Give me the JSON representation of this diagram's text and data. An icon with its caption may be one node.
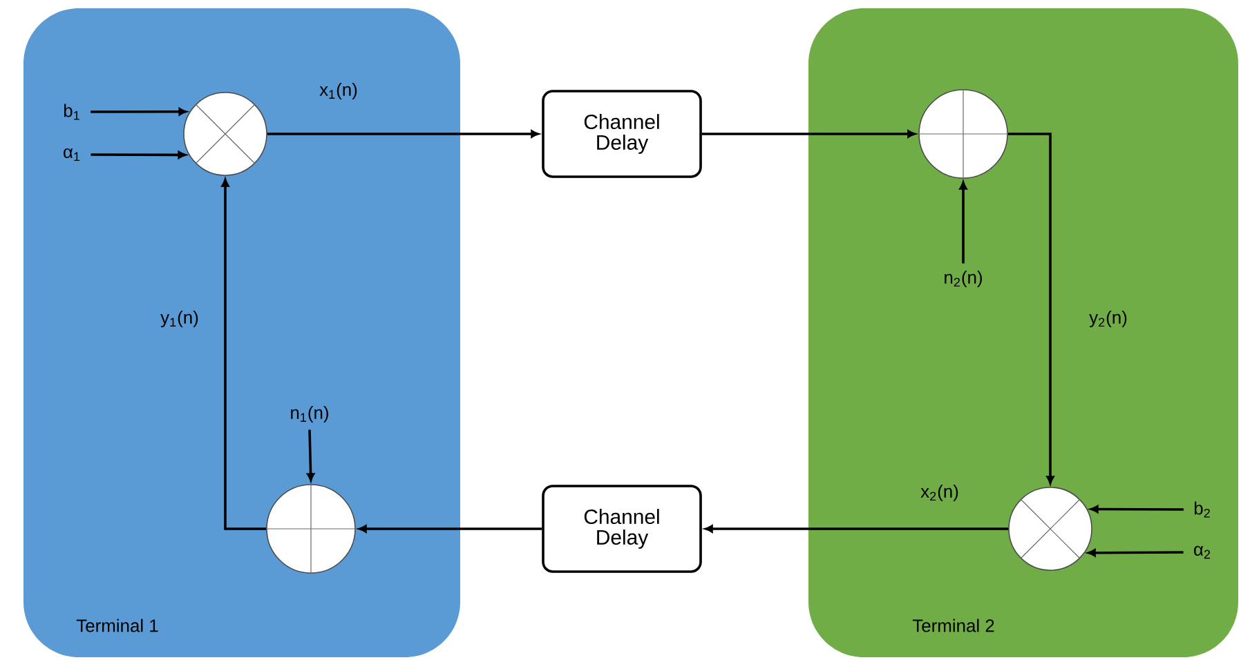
{
  "diagram": {
    "nodes": [
      {
        "text": [
          "Terminal 1"
        ]
      },
      {
        "text": [
          "b$_{1}$"
        ],
        "in": 0
      },
      {
        "text": [
          "α$_{1}$"
        ],
        "in": 0
      },
      {
        "text": [],
        "shape": "circle",
        "in": 0
      },
      {
        "text": [
          "n$_{1}$(n)"
        ],
        "in": 0
      },
      {
        "text": [],
        "shape": "circle",
        "in": 0
      },
      {
        "text": [
          "Channel Delay"
        ]
      },
      {
        "text": [
          "Channel Delay"
        ]
      },
      {
        "text": [
          "Terminal 2"
        ]
      },
      {
        "text": [],
        "shape": "circle",
        "in": 8
      },
      {
        "text": [
          "n$_{2}$(n)"
        ],
        "in": 8
      },
      {
        "text": [],
        "shape": "circle",
        "in": 8
      },
      {
        "text": [
          "b$_{2}$"
        ],
        "in": 8
      },
      {
        "text": [
          "α$_{2}$"
        ],
        "in": 8
      }
    ],
    "edges": [
      {
        "from": 1,
        "to": 3,
        "arrow": "to"
      },
      {
        "from": 2,
        "to": 3,
        "arrow": "to"
      },
      {
        "from": 3,
        "to": 6,
        "arrow": "to",
        "label": "x$_{1}$(n)"
      },
      {
        "from": 6,
        "to": 9,
        "arrow": "to"
      },
      {
        "from": 10,
        "to": 9,
        "arrow": "to"
      },
      {
        "from": 9,
        "to": 11,
        "arrow": "to",
        "label": "y$_{2}$(n)"
      },
      {
        "from": 12,
        "to": 11,
        "arrow": "to"
      },
      {
        "from": 13,
        "to": 11,
        "arrow": "to"
      },
      {
        "from": 11,
        "to": 7,
        "arrow": "to",
        "label": "x$_{2}$(n)"
      },
      {
        "from": 7,
        "to": 5,
        "arrow": "to"
      },
      {
        "from": 4,
        "to": 5,
        "arrow": "to"
      },
      {
        "from": 5,
        "to": 3,
        "arrow": "to",
        "label": "y$_{1}$(n)"
      }
    ]
  }
}
